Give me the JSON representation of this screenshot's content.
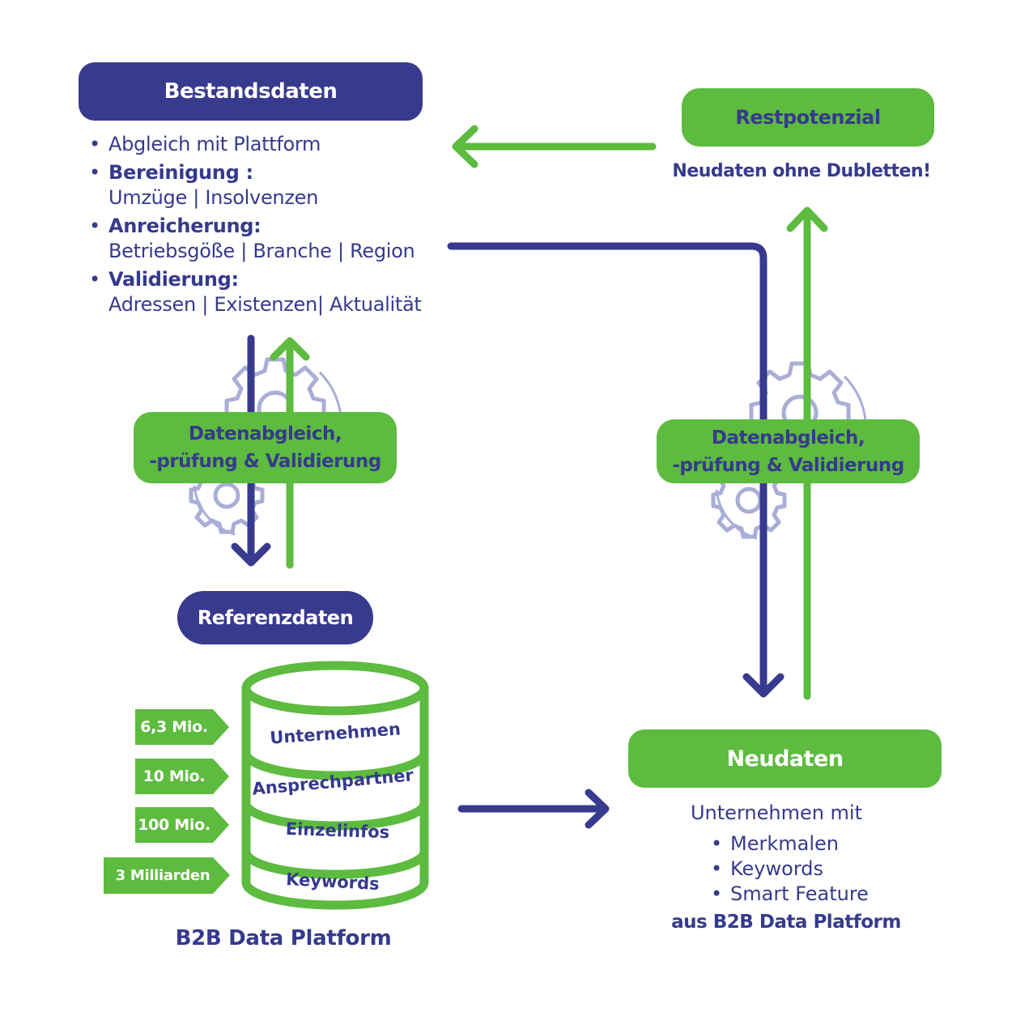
{
  "bestandsdaten": {
    "title": "Bestandsdaten",
    "items": [
      {
        "label": "Abgleich mit Plattform",
        "detail": ""
      },
      {
        "label": "Bereinigung :",
        "detail": "Umzüge | Insolvenzen"
      },
      {
        "label": "Anreicherung:",
        "detail": "Betriebsgöße | Branche | Region"
      },
      {
        "label": "Validierung:",
        "detail": "Adressen | Existenzen| Aktualität"
      }
    ]
  },
  "restpotenzial": {
    "title": "Restpotenzial",
    "subtitle": "Neudaten ohne Dubletten!"
  },
  "process_left": {
    "line1": "Datenabgleich,",
    "line2": "-prüfung & Validierung"
  },
  "process_right": {
    "line1": "Datenabgleich,",
    "line2": "-prüfung & Validierung"
  },
  "referenzdaten": {
    "title": "Referenzdaten"
  },
  "database": {
    "layers": [
      "Unternehmen",
      "Ansprechpartner",
      "Einzelinfos",
      "Keywords"
    ],
    "counts": [
      "6,3 Mio.",
      "10 Mio.",
      "100 Mio.",
      "3 Milliarden"
    ],
    "caption": "B2B Data Platform"
  },
  "neudaten": {
    "title": "Neudaten",
    "intro": "Unternehmen mit",
    "items": [
      "Merkmalen",
      "Keywords",
      "Smart Feature"
    ],
    "footer": "aus B2B Data Platform"
  },
  "colors": {
    "navy": "#383a8e",
    "green": "#5dbb3f",
    "gear": "#a9aed6"
  }
}
